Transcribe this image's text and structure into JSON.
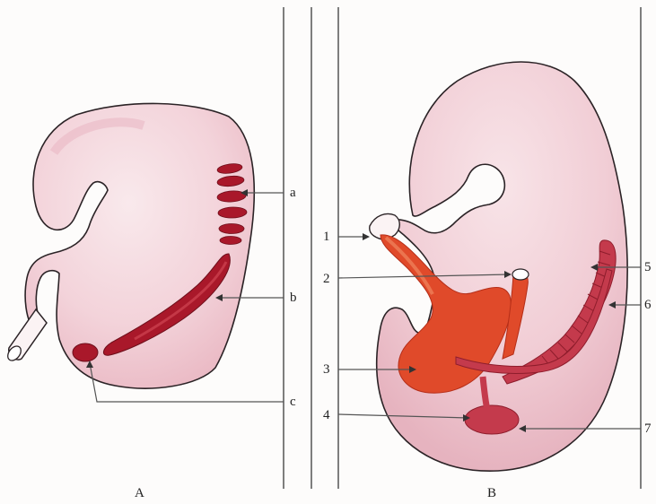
{
  "panels": [
    {
      "title": "A",
      "labels": [
        "a",
        "b",
        "c"
      ]
    },
    {
      "title": "B",
      "labels": [
        "1",
        "2",
        "3",
        "4",
        "5",
        "6",
        "7"
      ]
    }
  ],
  "colors": {
    "body_fill": "#f2cfd6",
    "outline": "#2b2326",
    "dark_red": "#a9182a",
    "orange_red": "#e04a2a",
    "pink_red": "#c43a4c",
    "line": "#555555"
  }
}
